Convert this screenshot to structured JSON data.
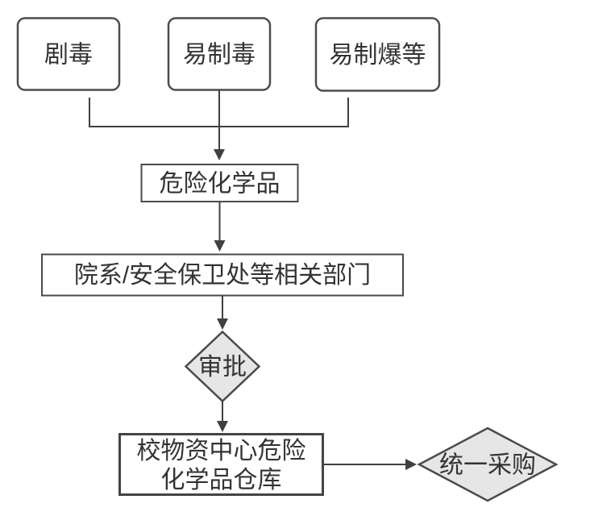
{
  "diagram": {
    "type": "flowchart",
    "colors": {
      "background": "#ffffff",
      "node_fill": "#ffffff",
      "node_border": "#4d4d4d",
      "decision_fill": "#e6e6e6",
      "connector": "#404040",
      "text": "#333333"
    },
    "nodes": {
      "toxic": {
        "label": "剧毒",
        "shape": "rounded-rect"
      },
      "precursor_drug": {
        "label": "易制毒",
        "shape": "rounded-rect"
      },
      "precursor_explosive": {
        "label": "易制爆等",
        "shape": "rounded-rect"
      },
      "hazardous_chemicals": {
        "label": "危险化学品",
        "shape": "rect"
      },
      "departments": {
        "label": "院系/安全保卫处等相关部门",
        "shape": "rect"
      },
      "approval": {
        "label": "审批",
        "shape": "diamond"
      },
      "warehouse": {
        "label": "校物资中心危险化学品仓库",
        "line1": "校物资中心危险",
        "line2": "化学品仓库",
        "shape": "rect"
      },
      "unified_procurement": {
        "label": "统一采购",
        "shape": "diamond"
      }
    },
    "edges": [
      {
        "from": "toxic",
        "to": "hazardous_chemicals"
      },
      {
        "from": "precursor_drug",
        "to": "hazardous_chemicals"
      },
      {
        "from": "precursor_explosive",
        "to": "hazardous_chemicals"
      },
      {
        "from": "hazardous_chemicals",
        "to": "departments"
      },
      {
        "from": "departments",
        "to": "approval"
      },
      {
        "from": "approval",
        "to": "warehouse"
      },
      {
        "from": "warehouse",
        "to": "unified_procurement"
      }
    ]
  }
}
